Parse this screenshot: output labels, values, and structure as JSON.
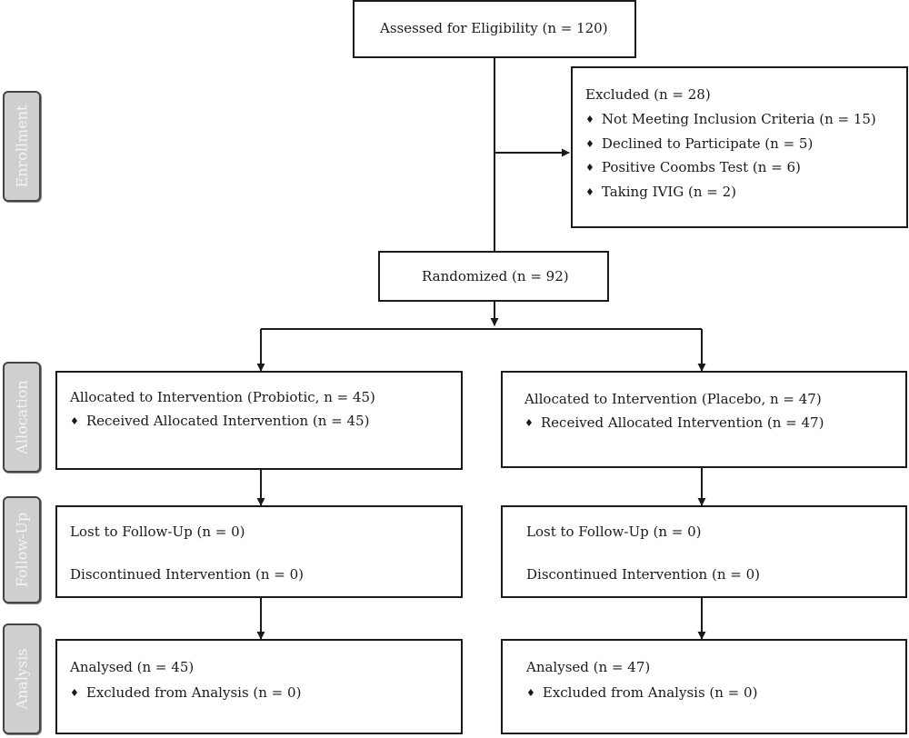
{
  "stages": {
    "enrollment": "Enrollment",
    "allocation": "Allocation",
    "follow_up": "Follow-Up",
    "analysis": "Analysis"
  },
  "assessed": {
    "text": "Assessed for Eligibility (n = 120)"
  },
  "excluded": {
    "title": "Excluded (n = 28)",
    "items": [
      "Not Meeting Inclusion Criteria (n = 15)",
      "Declined to Participate (n = 5)",
      "Positive Coombs Test (n = 6)",
      "Taking IVIG (n = 2)"
    ]
  },
  "randomized": {
    "text": "Randomized (n = 92)"
  },
  "arms": [
    {
      "allocation_title": "Allocated to Intervention (Probiotic, n = 45)",
      "allocation_item": "Received Allocated Intervention (n = 45)",
      "lost": "Lost to Follow-Up (n = 0)",
      "discontinued": "Discontinued Intervention (n = 0)",
      "analysed": "Analysed (n = 45)",
      "excluded_analysis": "Excluded from Analysis (n = 0)"
    },
    {
      "allocation_title": "Allocated to Intervention (Placebo, n = 47)",
      "allocation_item": "Received Allocated Intervention (n = 47)",
      "lost": "Lost to Follow-Up (n = 0)",
      "discontinued": "Discontinued Intervention (n = 0)",
      "analysed": "Analysed (n = 47)",
      "excluded_analysis": "Excluded from Analysis (n = 0)"
    }
  ]
}
